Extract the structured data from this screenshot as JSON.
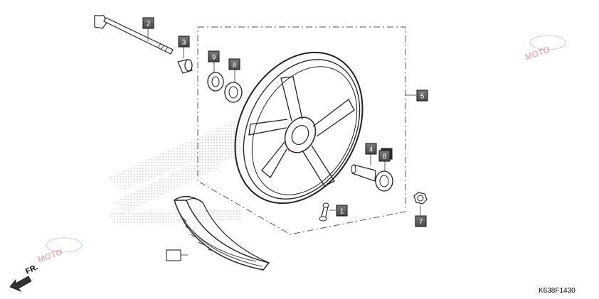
{
  "diagram": {
    "code": "K638F1430",
    "direction_label": "FR.",
    "watermark_text": "MOTO",
    "callouts": [
      {
        "id": "c1",
        "number": "1",
        "part": "valve-stem"
      },
      {
        "id": "c2",
        "number": "2",
        "part": "axle-bolt"
      },
      {
        "id": "c3",
        "number": "3",
        "part": "left-collar"
      },
      {
        "id": "c4",
        "number": "4",
        "part": "distance-collar"
      },
      {
        "id": "c5",
        "number": "5",
        "part": "wheel-assembly"
      },
      {
        "id": "c6",
        "number": "8",
        "part": "bearing-right"
      },
      {
        "id": "c7",
        "number": "7",
        "part": "axle-nut"
      },
      {
        "id": "c8",
        "number": "8",
        "part": "bearing-left"
      },
      {
        "id": "c9",
        "number": "9",
        "part": "dust-seal"
      },
      {
        "id": "c10",
        "number": "",
        "part": "tire"
      }
    ]
  }
}
